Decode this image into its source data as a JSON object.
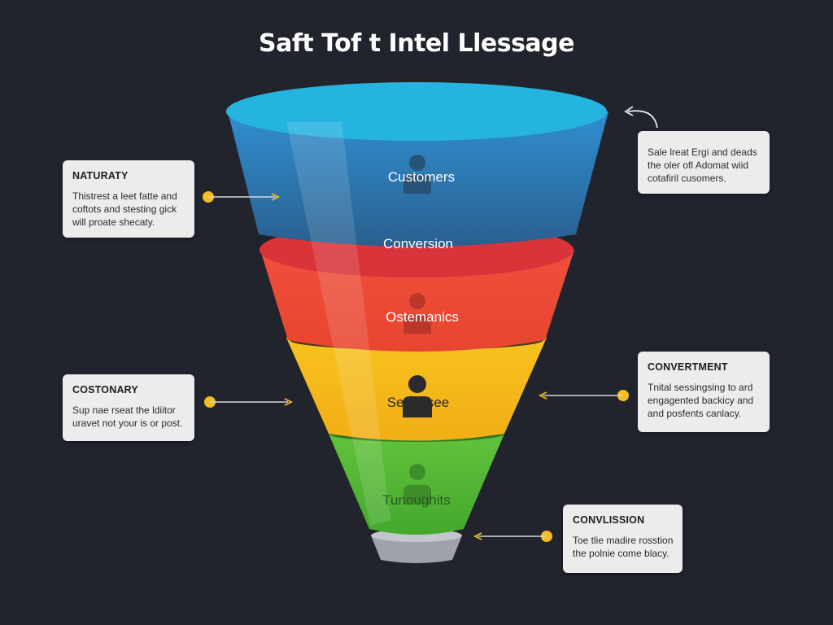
{
  "title": "Saft Tof t Intel Llessage",
  "funnel": {
    "layers": [
      {
        "label": "Customers",
        "color": "#2a96d6"
      },
      {
        "label": "Conversion",
        "color": "#e8463a"
      },
      {
        "label": "Ostemanics",
        "color": "#e8463a"
      },
      {
        "label": "Servefsee",
        "color": "#f5bd1f"
      },
      {
        "label": "Tunoughits",
        "color": "#58b93a"
      }
    ]
  },
  "cards": {
    "left_top": {
      "title": "NATURATY",
      "lines": [
        "Thistrest a leet fatte and",
        "coftots and stesting gick",
        "will proate shecaty."
      ]
    },
    "left_bottom": {
      "title": "COSTONARY",
      "lines": [
        "Sup nae rseat the ldiitor",
        "uravet not your is or post."
      ]
    },
    "right_top": {
      "lines": [
        "Sale lreat Ergi and deads",
        "the oler ofl Adomat wiid",
        "cotafiril cusomers."
      ]
    },
    "right_middle": {
      "title": "CONVERTMENT",
      "lines": [
        "Tnital sessingsing to ard",
        "engagented backicy and",
        "and posfents canlacy."
      ]
    },
    "right_bottom": {
      "title": "CONVLISSION",
      "lines": [
        "Toe tlie madire rosstion",
        "the polnie come blacy."
      ]
    }
  },
  "colors": {
    "background": "#21242d",
    "blue": "#2a96d6",
    "red": "#e8463a",
    "yellow": "#f5bd1f",
    "green": "#58b93a",
    "connector": "#f5bd1f"
  }
}
